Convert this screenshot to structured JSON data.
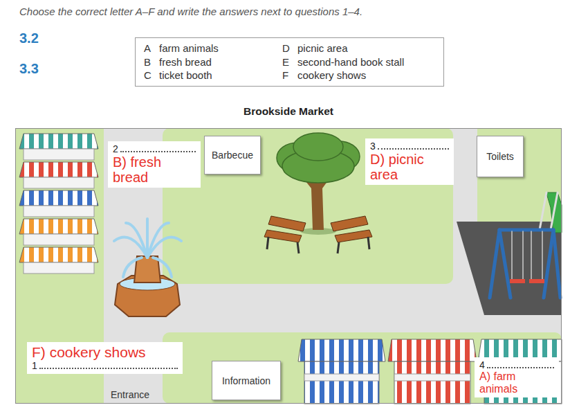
{
  "diagram": {
    "title": "Brookside Market",
    "nodes": [
      {
        "text": [
          "A",
          "farm animals",
          "D",
          "picnic area",
          "B",
          "fresh bread",
          "E",
          "second-hand book stall",
          "C",
          "ticket booth",
          "F",
          "cookery shows"
        ]
      },
      {
        "text": [
          "Brookside Market"
        ]
      },
      {
        "text": [
          "2",
          "B) fresh bread"
        ],
        "in": 1
      },
      {
        "text": [
          "Barbecue"
        ],
        "in": 1
      },
      {
        "text": [
          "3",
          "D) picnic area"
        ],
        "in": 1
      },
      {
        "text": [
          "Toilets"
        ],
        "in": 1
      },
      {
        "text": [
          "1",
          "F) cookery shows"
        ],
        "in": 1
      },
      {
        "text": [
          "Information"
        ],
        "in": 1
      },
      {
        "text": [
          "4",
          "A) farm animals"
        ],
        "in": 1
      }
    ],
    "labels": [
      "Choose the correct letter A–F and write the answers next to questions 1–4.",
      "3.2",
      "3.3",
      "Entrance"
    ]
  }
}
